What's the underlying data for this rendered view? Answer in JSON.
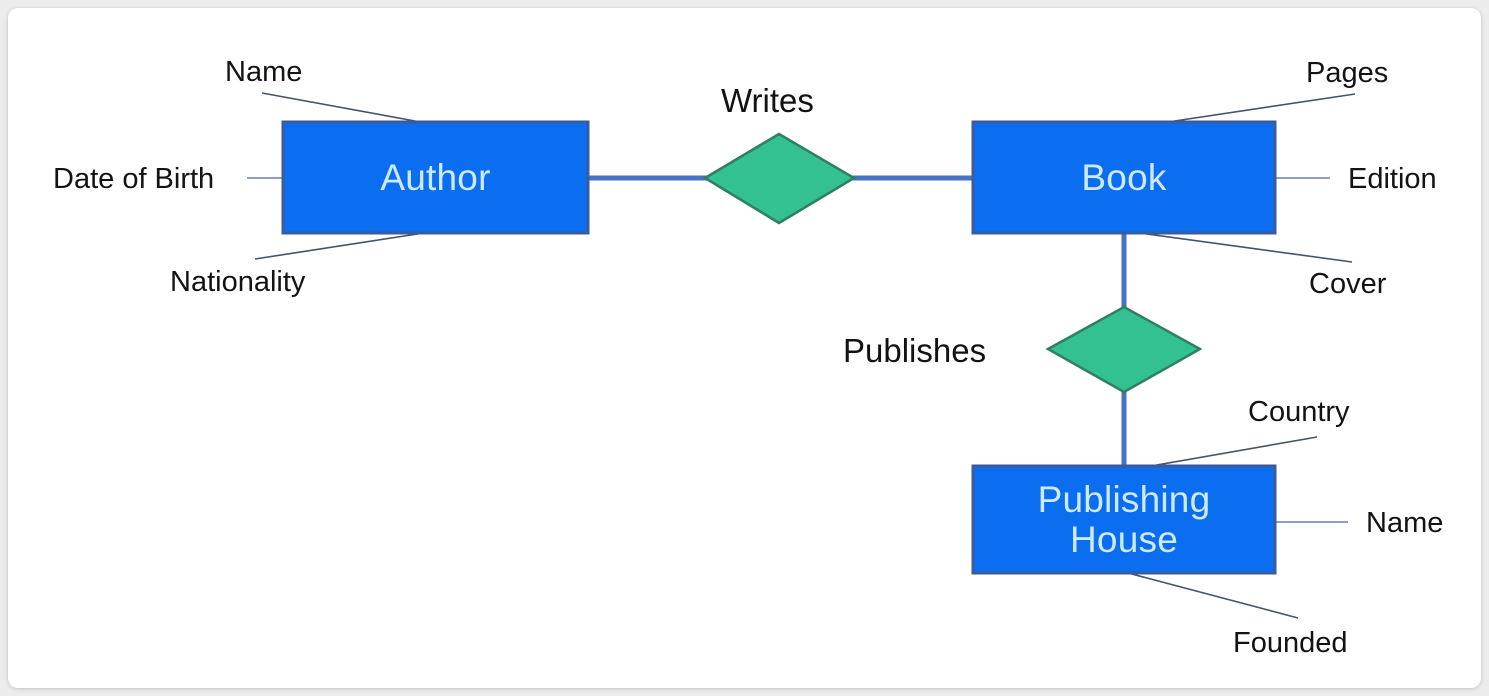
{
  "diagram": {
    "type": "entity-relationship-diagram",
    "background_color": "#ececec",
    "canvas_color": "#ffffff",
    "entity_fill": "#0b6ef0",
    "entity_border": "#3a5ba0",
    "entity_text_color": "#cdeaff",
    "relationship_fill": "#33c191",
    "relationship_border": "#2f7f62",
    "connector_color": "#4472c4",
    "attribute_line_color": "#44546a"
  },
  "entities": [
    {
      "id": "author",
      "label": "Author"
    },
    {
      "id": "book",
      "label": "Book"
    },
    {
      "id": "publishing_house",
      "label": "Publishing\nHouse"
    }
  ],
  "relationships": [
    {
      "id": "writes",
      "label": "Writes",
      "from": "author",
      "to": "book"
    },
    {
      "id": "publishes",
      "label": "Publishes",
      "from": "book",
      "to": "publishing_house"
    }
  ],
  "attributes": [
    {
      "id": "author_name",
      "entity": "author",
      "label": "Name"
    },
    {
      "id": "author_dob",
      "entity": "author",
      "label": "Date of Birth"
    },
    {
      "id": "author_nationality",
      "entity": "author",
      "label": "Nationality"
    },
    {
      "id": "book_pages",
      "entity": "book",
      "label": "Pages"
    },
    {
      "id": "book_edition",
      "entity": "book",
      "label": "Edition"
    },
    {
      "id": "book_cover",
      "entity": "book",
      "label": "Cover"
    },
    {
      "id": "ph_country",
      "entity": "publishing_house",
      "label": "Country"
    },
    {
      "id": "ph_name",
      "entity": "publishing_house",
      "label": "Name"
    },
    {
      "id": "ph_founded",
      "entity": "publishing_house",
      "label": "Founded"
    }
  ]
}
